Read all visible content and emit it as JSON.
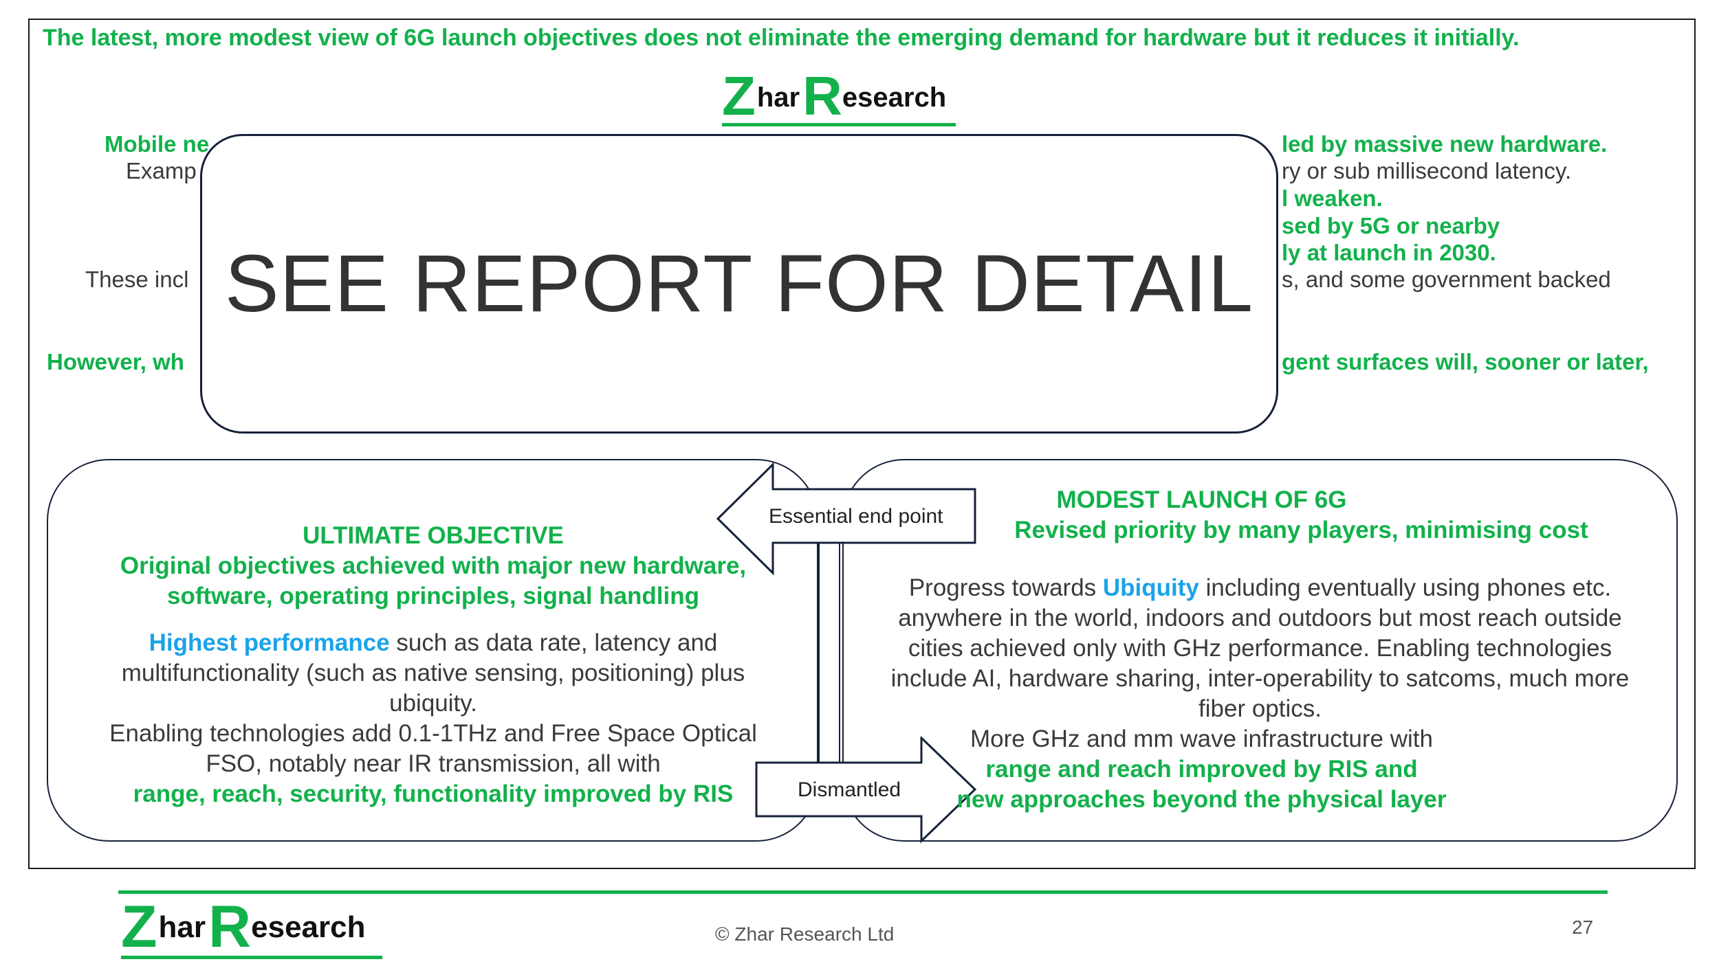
{
  "headline": "The latest, more modest view of 6G launch objectives does not eliminate the emerging demand for hardware but it reduces it initially.",
  "logo": {
    "z": "Z",
    "har": "har",
    "r": "R",
    "esearch": "esearch"
  },
  "upper_fragments": {
    "row1_left": "Mobile ne",
    "row1_right": "led by massive new hardware.",
    "row2_left": "Examp",
    "row2_right": "ry or sub millisecond latency.",
    "row3_right": "l weaken.",
    "row4_right": "sed by 5G or nearby",
    "row5_right": "ly at launch in 2030.",
    "row6_left": "These incl",
    "row6_right": "s, and some government backed",
    "row7_left": "However, wh",
    "row7_right": "gent surfaces will, sooner or later,"
  },
  "overlay_text": "SEE REPORT FOR DETAIL",
  "left_panel": {
    "title": "ULTIMATE OBJECTIVE",
    "subtitle1": "Original objectives achieved with major new hardware,",
    "subtitle2": "software, operating principles, signal handling",
    "hl": "Highest performance",
    "p1a": " such as data rate, latency and",
    "p1b": "multifunctionality (such as native sensing, positioning) plus",
    "p1c": "ubiquity.",
    "p2a": "Enabling technologies add 0.1-1THz and Free Space Optical",
    "p2b": "FSO, notably near IR transmission, all with",
    "p2c": "range, reach, security, functionality improved by RIS"
  },
  "right_panel": {
    "title": "MODEST LAUNCH OF 6G",
    "subtitle": "Revised priority by many players, minimising cost",
    "p1pre": "Progress towards ",
    "hl": "Ubiquity",
    "p1post": " including eventually using phones etc.",
    "p1b": "anywhere in the world, indoors and outdoors but most reach outside",
    "p1c": "cities achieved only with GHz performance. Enabling technologies",
    "p1d": "include AI, hardware sharing, inter-operability to satcoms, much more",
    "p1e": "fiber optics.",
    "p2a": "More GHz and mm wave infrastructure with",
    "p2b": "range and reach improved by RIS and",
    "p2c": "new approaches beyond the physical layer"
  },
  "arrows": {
    "top": "Essential end point",
    "bottom": "Dismantled"
  },
  "footer": {
    "copyright": "© Zhar Research Ltd",
    "page": "27"
  },
  "colors": {
    "green": "#12b14b",
    "blue": "#1aa3e8",
    "border": "#16213a"
  }
}
